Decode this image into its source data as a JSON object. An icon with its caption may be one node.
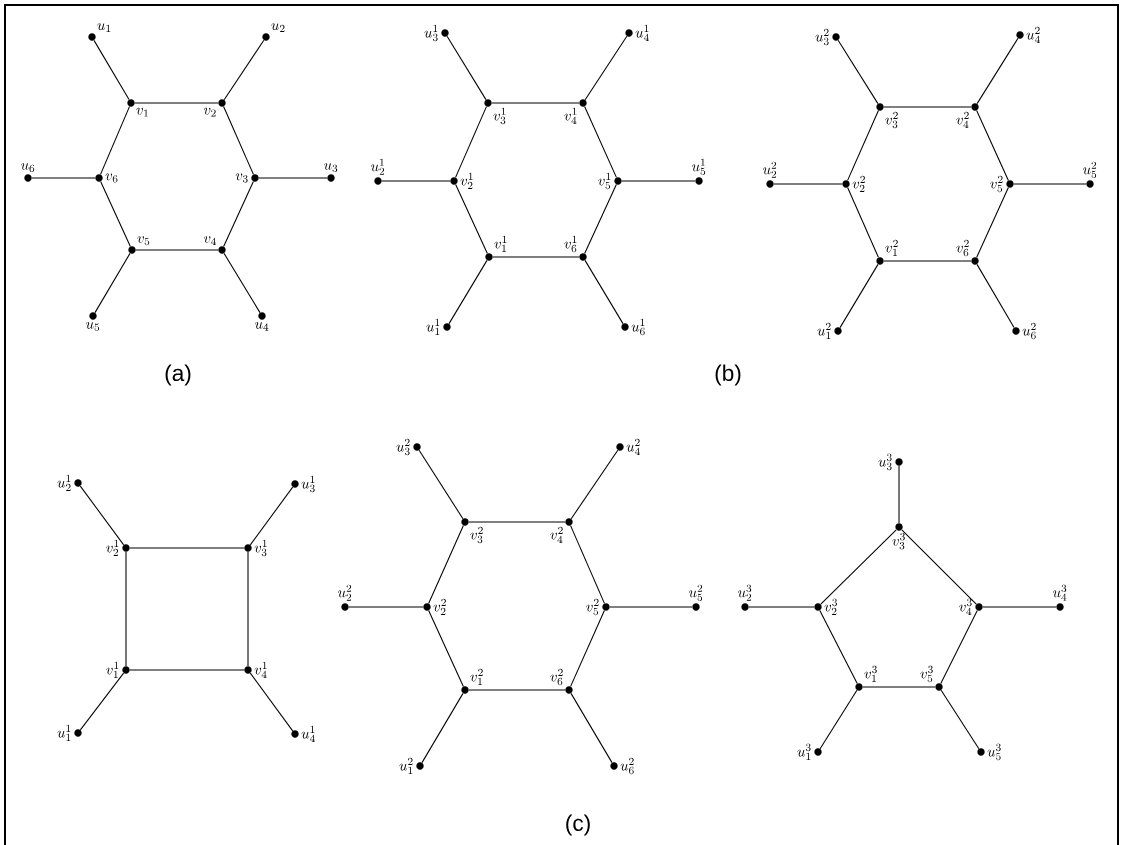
{
  "diagram": {
    "nodes": [
      {
        "text": [
          "u_{1}"
        ]
      },
      {
        "text": [
          "u_{2}"
        ]
      },
      {
        "text": [
          "v_{1}"
        ]
      },
      {
        "text": [
          "v_{2}"
        ]
      },
      {
        "text": [
          "u_{6}"
        ]
      },
      {
        "text": [
          "v_{6}"
        ]
      },
      {
        "text": [
          "v_{3}"
        ]
      },
      {
        "text": [
          "u_{3}"
        ]
      },
      {
        "text": [
          "v_{5}"
        ]
      },
      {
        "text": [
          "v_{4}"
        ]
      },
      {
        "text": [
          "u_{5}"
        ]
      },
      {
        "text": [
          "u_{4}"
        ]
      },
      {
        "text": [
          "u_{3}^{1}"
        ]
      },
      {
        "text": [
          "u_{4}^{1}"
        ]
      },
      {
        "text": [
          "v_{3}^{1}"
        ]
      },
      {
        "text": [
          "v_{4}^{1}"
        ]
      },
      {
        "text": [
          "u_{2}^{1}"
        ]
      },
      {
        "text": [
          "v_{2}^{1}"
        ]
      },
      {
        "text": [
          "v_{5}^{1}"
        ]
      },
      {
        "text": [
          "u_{5}^{1}"
        ]
      },
      {
        "text": [
          "v_{1}^{1}"
        ]
      },
      {
        "text": [
          "v_{6}^{1}"
        ]
      },
      {
        "text": [
          "u_{1}^{1}"
        ]
      },
      {
        "text": [
          "u_{6}^{1}"
        ]
      },
      {
        "text": [
          "u_{3}^{2}"
        ]
      },
      {
        "text": [
          "u_{4}^{2}"
        ]
      },
      {
        "text": [
          "v_{3}^{2}"
        ]
      },
      {
        "text": [
          "v_{4}^{2}"
        ]
      },
      {
        "text": [
          "u_{2}^{2}"
        ]
      },
      {
        "text": [
          "v_{2}^{2}"
        ]
      },
      {
        "text": [
          "v_{5}^{2}"
        ]
      },
      {
        "text": [
          "u_{5}^{2}"
        ]
      },
      {
        "text": [
          "v_{1}^{2}"
        ]
      },
      {
        "text": [
          "v_{6}^{2}"
        ]
      },
      {
        "text": [
          "u_{1}^{2}"
        ]
      },
      {
        "text": [
          "u_{6}^{2}"
        ]
      },
      {
        "text": [
          "u_{2}^{1}"
        ]
      },
      {
        "text": [
          "u_{3}^{1}"
        ]
      },
      {
        "text": [
          "v_{2}^{1}"
        ]
      },
      {
        "text": [
          "v_{3}^{1}"
        ]
      },
      {
        "text": [
          "v_{1}^{1}"
        ]
      },
      {
        "text": [
          "v_{4}^{1}"
        ]
      },
      {
        "text": [
          "u_{1}^{1}"
        ]
      },
      {
        "text": [
          "u_{4}^{1}"
        ]
      },
      {
        "text": [
          "u_{3}^{2}"
        ]
      },
      {
        "text": [
          "u_{4}^{2}"
        ]
      },
      {
        "text": [
          "v_{3}^{2}"
        ]
      },
      {
        "text": [
          "v_{4}^{2}"
        ]
      },
      {
        "text": [
          "u_{2}^{2}"
        ]
      },
      {
        "text": [
          "v_{2}^{2}"
        ]
      },
      {
        "text": [
          "v_{5}^{2}"
        ]
      },
      {
        "text": [
          "u_{5}^{2}"
        ]
      },
      {
        "text": [
          "v_{1}^{2}"
        ]
      },
      {
        "text": [
          "v_{6}^{2}"
        ]
      },
      {
        "text": [
          "u_{1}^{2}"
        ]
      },
      {
        "text": [
          "u_{6}^{2}"
        ]
      },
      {
        "text": [
          "u_{3}^{3}"
        ]
      },
      {
        "text": [
          "v_{3}^{3}"
        ]
      },
      {
        "text": [
          "u_{2}^{3}"
        ]
      },
      {
        "text": [
          "v_{2}^{3}"
        ]
      },
      {
        "text": [
          "v_{4}^{3}"
        ]
      },
      {
        "text": [
          "u_{4}^{3}"
        ]
      },
      {
        "text": [
          "v_{1}^{3}"
        ]
      },
      {
        "text": [
          "v_{5}^{3}"
        ]
      },
      {
        "text": [
          "u_{1}^{3}"
        ]
      },
      {
        "text": [
          "u_{5}^{3}"
        ]
      }
    ],
    "edges": [
      {
        "from": 2,
        "to": 3,
        "arrow": "none"
      },
      {
        "from": 3,
        "to": 6,
        "arrow": "none"
      },
      {
        "from": 6,
        "to": 9,
        "arrow": "none"
      },
      {
        "from": 9,
        "to": 8,
        "arrow": "none"
      },
      {
        "from": 8,
        "to": 5,
        "arrow": "none"
      },
      {
        "from": 5,
        "to": 2,
        "arrow": "none"
      },
      {
        "from": 0,
        "to": 2,
        "arrow": "none"
      },
      {
        "from": 1,
        "to": 3,
        "arrow": "none"
      },
      {
        "from": 7,
        "to": 6,
        "arrow": "none"
      },
      {
        "from": 11,
        "to": 9,
        "arrow": "none"
      },
      {
        "from": 10,
        "to": 8,
        "arrow": "none"
      },
      {
        "from": 4,
        "to": 5,
        "arrow": "none"
      },
      {
        "from": 20,
        "to": 17,
        "arrow": "none"
      },
      {
        "from": 17,
        "to": 14,
        "arrow": "none"
      },
      {
        "from": 14,
        "to": 15,
        "arrow": "none"
      },
      {
        "from": 15,
        "to": 18,
        "arrow": "none"
      },
      {
        "from": 18,
        "to": 21,
        "arrow": "none"
      },
      {
        "from": 21,
        "to": 20,
        "arrow": "none"
      },
      {
        "from": 22,
        "to": 20,
        "arrow": "none"
      },
      {
        "from": 16,
        "to": 17,
        "arrow": "none"
      },
      {
        "from": 12,
        "to": 14,
        "arrow": "none"
      },
      {
        "from": 13,
        "to": 15,
        "arrow": "none"
      },
      {
        "from": 19,
        "to": 18,
        "arrow": "none"
      },
      {
        "from": 23,
        "to": 21,
        "arrow": "none"
      },
      {
        "from": 32,
        "to": 29,
        "arrow": "none"
      },
      {
        "from": 29,
        "to": 26,
        "arrow": "none"
      },
      {
        "from": 26,
        "to": 27,
        "arrow": "none"
      },
      {
        "from": 27,
        "to": 30,
        "arrow": "none"
      },
      {
        "from": 30,
        "to": 33,
        "arrow": "none"
      },
      {
        "from": 33,
        "to": 32,
        "arrow": "none"
      },
      {
        "from": 34,
        "to": 32,
        "arrow": "none"
      },
      {
        "from": 28,
        "to": 29,
        "arrow": "none"
      },
      {
        "from": 24,
        "to": 26,
        "arrow": "none"
      },
      {
        "from": 25,
        "to": 27,
        "arrow": "none"
      },
      {
        "from": 31,
        "to": 30,
        "arrow": "none"
      },
      {
        "from": 35,
        "to": 33,
        "arrow": "none"
      },
      {
        "from": 40,
        "to": 38,
        "arrow": "none"
      },
      {
        "from": 38,
        "to": 39,
        "arrow": "none"
      },
      {
        "from": 39,
        "to": 41,
        "arrow": "none"
      },
      {
        "from": 41,
        "to": 40,
        "arrow": "none"
      },
      {
        "from": 42,
        "to": 40,
        "arrow": "none"
      },
      {
        "from": 36,
        "to": 38,
        "arrow": "none"
      },
      {
        "from": 37,
        "to": 39,
        "arrow": "none"
      },
      {
        "from": 43,
        "to": 41,
        "arrow": "none"
      },
      {
        "from": 52,
        "to": 49,
        "arrow": "none"
      },
      {
        "from": 49,
        "to": 46,
        "arrow": "none"
      },
      {
        "from": 46,
        "to": 47,
        "arrow": "none"
      },
      {
        "from": 47,
        "to": 50,
        "arrow": "none"
      },
      {
        "from": 50,
        "to": 53,
        "arrow": "none"
      },
      {
        "from": 53,
        "to": 52,
        "arrow": "none"
      },
      {
        "from": 54,
        "to": 52,
        "arrow": "none"
      },
      {
        "from": 48,
        "to": 49,
        "arrow": "none"
      },
      {
        "from": 44,
        "to": 46,
        "arrow": "none"
      },
      {
        "from": 45,
        "to": 47,
        "arrow": "none"
      },
      {
        "from": 51,
        "to": 50,
        "arrow": "none"
      },
      {
        "from": 55,
        "to": 53,
        "arrow": "none"
      },
      {
        "from": 62,
        "to": 59,
        "arrow": "none"
      },
      {
        "from": 59,
        "to": 57,
        "arrow": "none"
      },
      {
        "from": 57,
        "to": 60,
        "arrow": "none"
      },
      {
        "from": 60,
        "to": 63,
        "arrow": "none"
      },
      {
        "from": 63,
        "to": 62,
        "arrow": "none"
      },
      {
        "from": 64,
        "to": 62,
        "arrow": "none"
      },
      {
        "from": 58,
        "to": 59,
        "arrow": "none"
      },
      {
        "from": 56,
        "to": 57,
        "arrow": "none"
      },
      {
        "from": 61,
        "to": 60,
        "arrow": "none"
      },
      {
        "from": 65,
        "to": 63,
        "arrow": "none"
      }
    ],
    "labels": [
      "(a)",
      "(b)",
      "(c)"
    ]
  }
}
